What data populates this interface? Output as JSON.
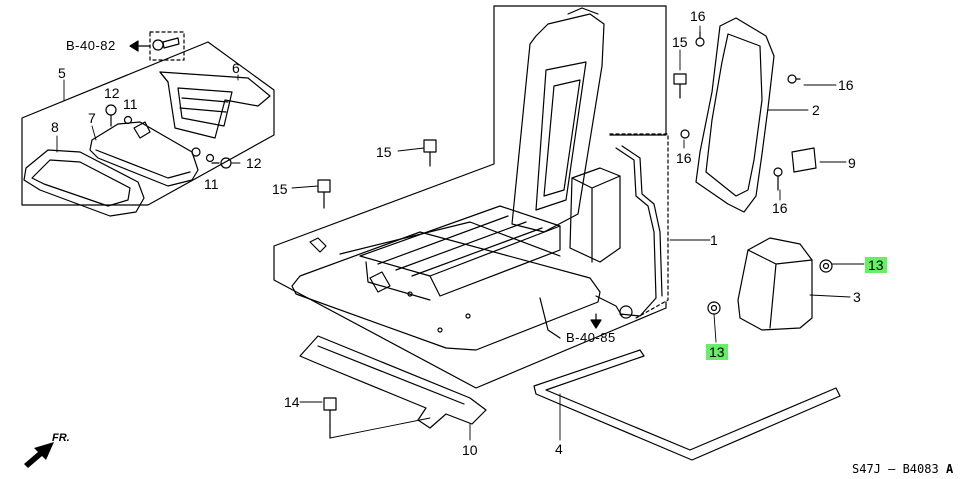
{
  "colors": {
    "line": "#000000",
    "highlight": "#66ee66",
    "background": "#ffffff"
  },
  "refs": {
    "top_left": "B-40-82",
    "bottom_center": "B-40-85"
  },
  "diagram_code": {
    "text": "S47J – B4083",
    "suffix": "A"
  },
  "front_marker": {
    "label": "FR.",
    "icon": "front-arrow-icon"
  },
  "highlighted_part": "13",
  "callouts": [
    {
      "id": "c1",
      "number": "1"
    },
    {
      "id": "c2",
      "number": "2"
    },
    {
      "id": "c3",
      "number": "3"
    },
    {
      "id": "c4",
      "number": "4"
    },
    {
      "id": "c5",
      "number": "5"
    },
    {
      "id": "c6",
      "number": "6"
    },
    {
      "id": "c7",
      "number": "7"
    },
    {
      "id": "c8",
      "number": "8"
    },
    {
      "id": "c9",
      "number": "9"
    },
    {
      "id": "c10",
      "number": "10"
    },
    {
      "id": "c11a",
      "number": "11"
    },
    {
      "id": "c11b",
      "number": "11"
    },
    {
      "id": "c12a",
      "number": "12"
    },
    {
      "id": "c12b",
      "number": "12"
    },
    {
      "id": "c13a",
      "number": "13"
    },
    {
      "id": "c13b",
      "number": "13"
    },
    {
      "id": "c14",
      "number": "14"
    },
    {
      "id": "c15a",
      "number": "15"
    },
    {
      "id": "c15b",
      "number": "15"
    },
    {
      "id": "c15c",
      "number": "15"
    },
    {
      "id": "c16a",
      "number": "16"
    },
    {
      "id": "c16b",
      "number": "16"
    },
    {
      "id": "c16c",
      "number": "16"
    },
    {
      "id": "c16d",
      "number": "16"
    }
  ]
}
